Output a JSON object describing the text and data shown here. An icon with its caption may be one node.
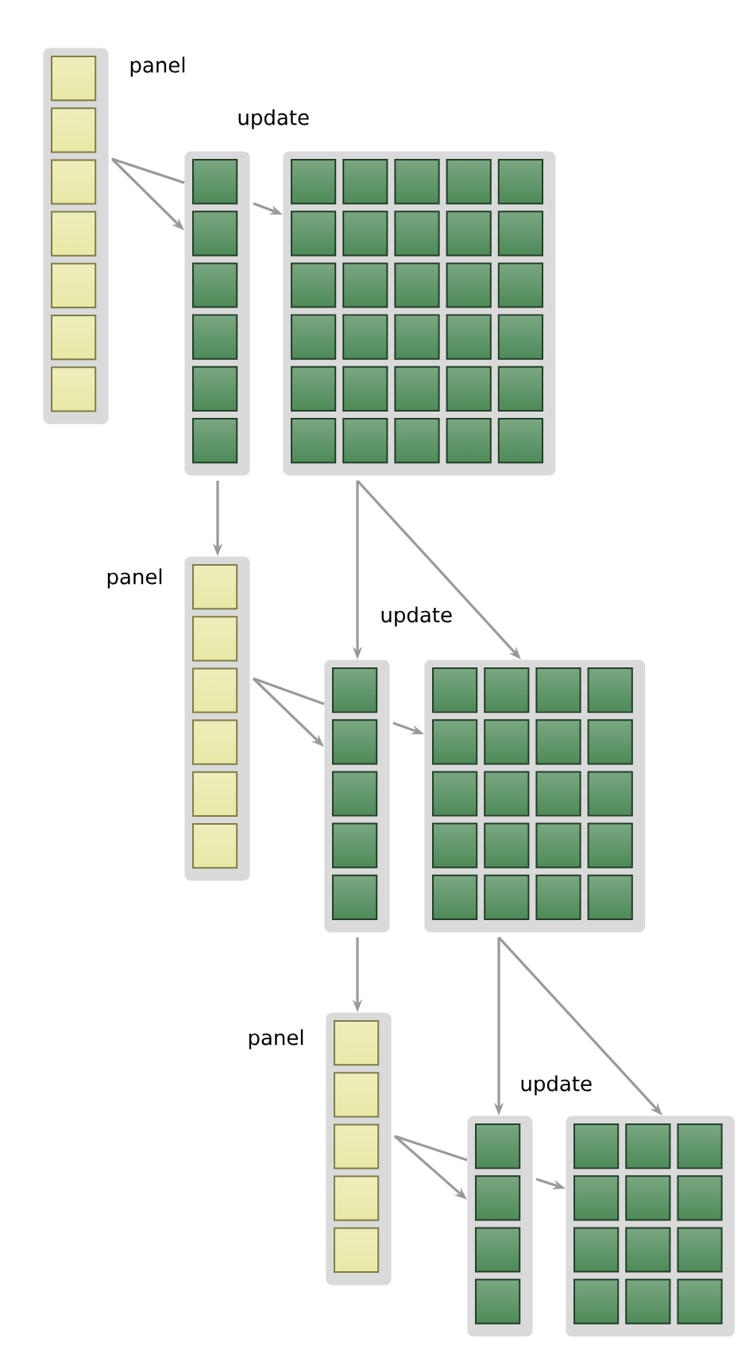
{
  "diagram": {
    "nodes": [
      {
        "text": [],
        "shape": "box",
        "beside": [
          "panel"
        ]
      },
      {
        "text": [],
        "shape": "box"
      },
      {
        "text": [],
        "shape": "box",
        "beside": [
          "update"
        ]
      },
      {
        "text": [],
        "shape": "box",
        "beside": [
          "panel"
        ]
      },
      {
        "text": [],
        "shape": "box"
      },
      {
        "text": [],
        "shape": "box",
        "beside": [
          "update"
        ]
      },
      {
        "text": [],
        "shape": "box",
        "beside": [
          "panel"
        ]
      },
      {
        "text": [],
        "shape": "box"
      },
      {
        "text": [],
        "shape": "box",
        "beside": [
          "update"
        ]
      }
    ],
    "edges": [
      {
        "from": 0,
        "to": 1,
        "arrow": "none"
      },
      {
        "from": 0,
        "to": 1,
        "arrow": "to"
      },
      {
        "from": 1,
        "to": 2,
        "arrow": "to"
      },
      {
        "from": 1,
        "to": 3,
        "arrow": "to"
      },
      {
        "from": 2,
        "to": 4,
        "arrow": "to"
      },
      {
        "from": 2,
        "to": 5,
        "arrow": "to"
      },
      {
        "from": 3,
        "to": 4,
        "arrow": "none"
      },
      {
        "from": 3,
        "to": 4,
        "arrow": "to"
      },
      {
        "from": 4,
        "to": 5,
        "arrow": "to"
      },
      {
        "from": 4,
        "to": 6,
        "arrow": "to"
      },
      {
        "from": 5,
        "to": 7,
        "arrow": "to"
      },
      {
        "from": 5,
        "to": 8,
        "arrow": "to"
      },
      {
        "from": 6,
        "to": 7,
        "arrow": "none"
      },
      {
        "from": 6,
        "to": 7,
        "arrow": "to"
      },
      {
        "from": 7,
        "to": 8,
        "arrow": "to"
      }
    ]
  }
}
